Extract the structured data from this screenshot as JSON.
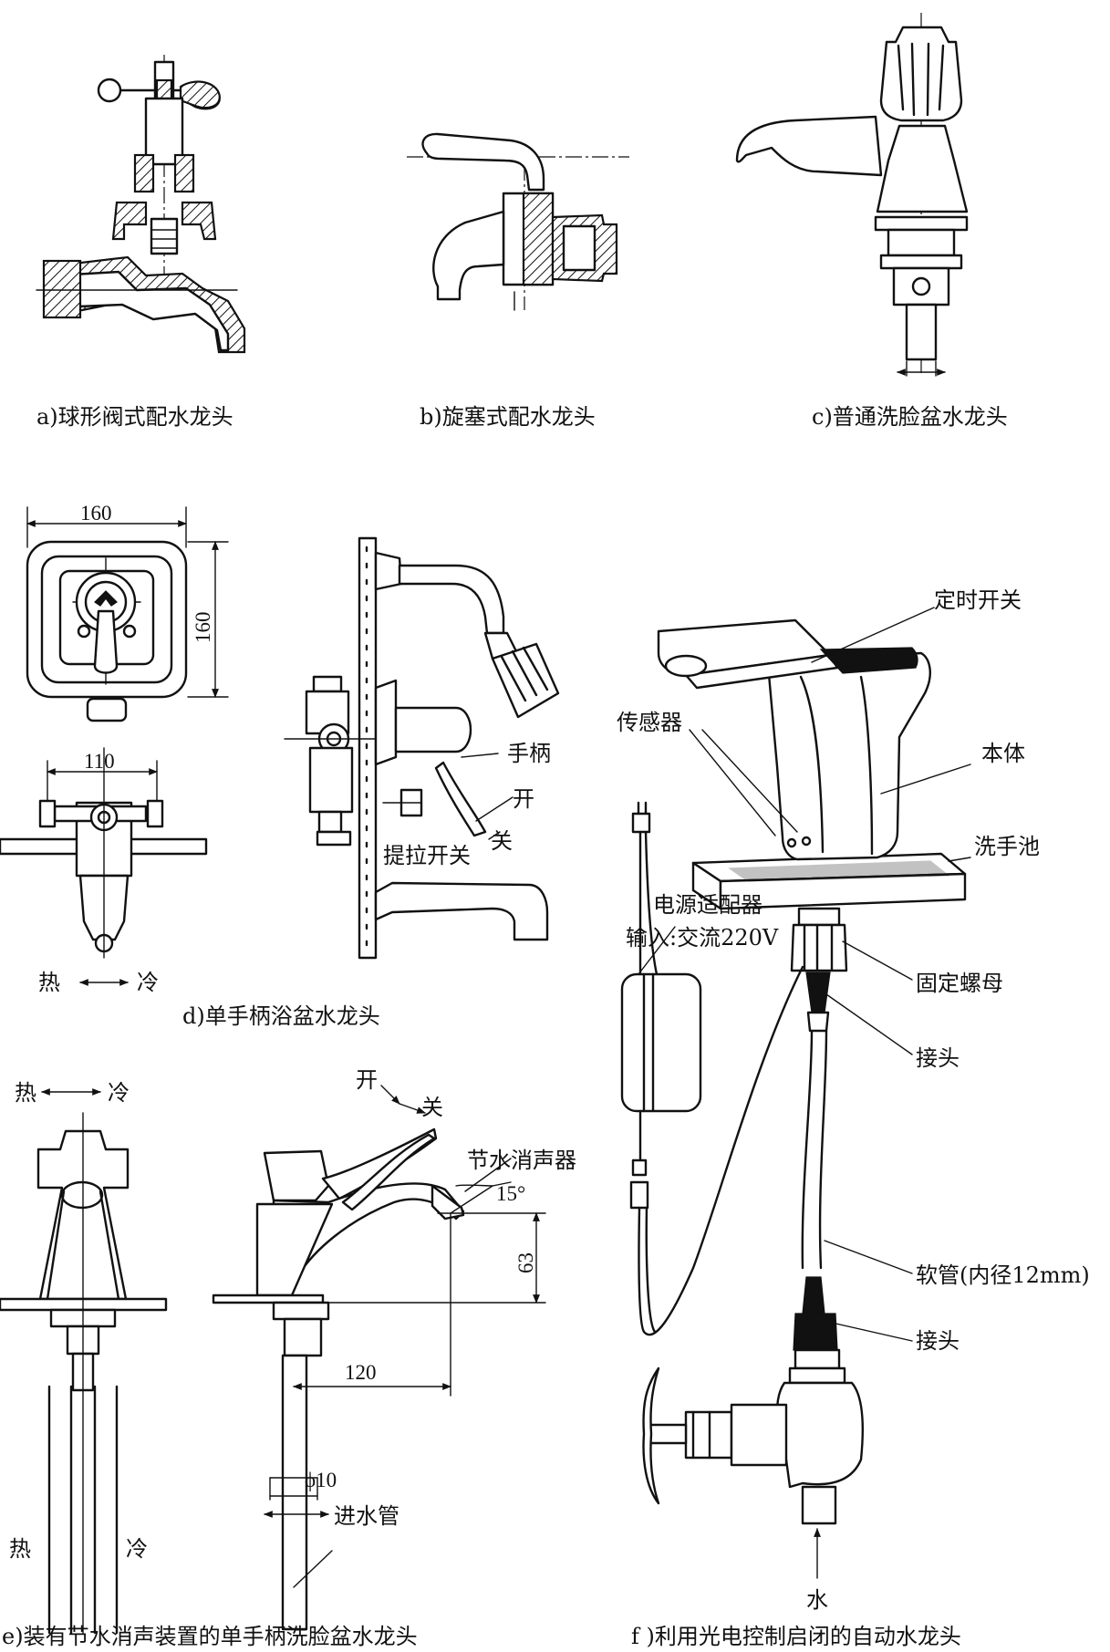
{
  "captions": {
    "a": "a)球形阀式配水龙头",
    "b": "b)旋塞式配水龙头",
    "c": "c)普通洗脸盆水龙头",
    "d": "d)单手柄浴盆水龙头",
    "e": "e)装有节水消声装置的单手柄洗脸盆水龙头",
    "f": "f )利用光电控制启闭的自动水龙头"
  },
  "panel_d": {
    "dim_top_width": "160",
    "dim_right_height": "160",
    "dim_mid_width": "110",
    "hot": "热",
    "cold": "冷",
    "handle": "手柄",
    "open": "开",
    "close": "关",
    "pull_switch": "提拉开关"
  },
  "panel_e": {
    "hot": "热",
    "cold": "冷",
    "hot_bottom": "热",
    "cold_bottom": "冷",
    "open": "开",
    "close": "关",
    "silencer": "节水消声器",
    "angle": "15°",
    "dim_height": "63",
    "dim_width": "120",
    "dim_pipe": "ϕ10",
    "inlet_pipe": "进水管"
  },
  "panel_f": {
    "timer_switch": "定时开关",
    "sensor": "传感器",
    "body": "本体",
    "basin": "洗手池",
    "adapter": "电源适配器",
    "input": "输入:交流220V",
    "fix_nut": "固定螺母",
    "joint_top": "接头",
    "hose": "软管(内径12mm)",
    "joint_bottom": "接头",
    "water": "水"
  }
}
